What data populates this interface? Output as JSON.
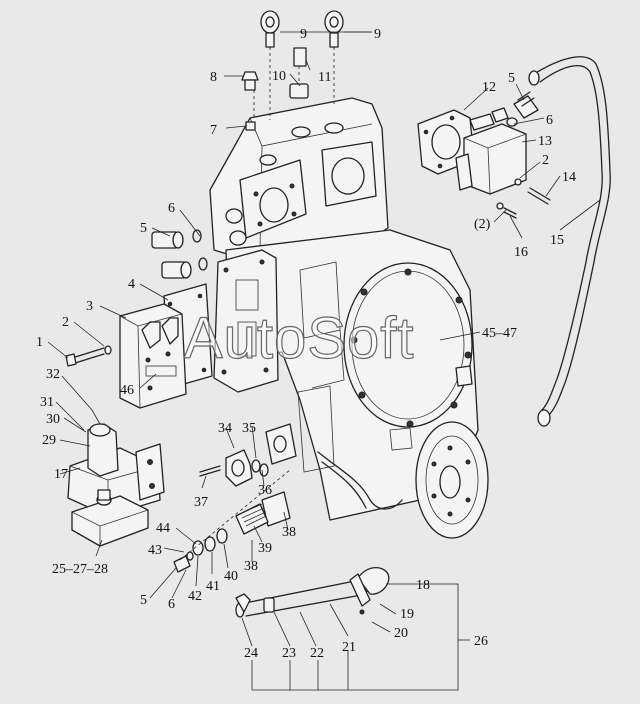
{
  "watermark": "AutoSoft",
  "callouts": [
    {
      "id": "c9a",
      "text": "9"
    },
    {
      "id": "c9b",
      "text": "9"
    },
    {
      "id": "c8",
      "text": "8"
    },
    {
      "id": "c10",
      "text": "10"
    },
    {
      "id": "c11",
      "text": "11"
    },
    {
      "id": "c7",
      "text": "7"
    },
    {
      "id": "c12",
      "text": "12"
    },
    {
      "id": "c5a",
      "text": "5"
    },
    {
      "id": "c6a",
      "text": "6"
    },
    {
      "id": "c13",
      "text": "13"
    },
    {
      "id": "c2a",
      "text": "2"
    },
    {
      "id": "c14",
      "text": "14"
    },
    {
      "id": "c2b",
      "text": "(2)"
    },
    {
      "id": "c16",
      "text": "16"
    },
    {
      "id": "c15",
      "text": "15"
    },
    {
      "id": "c6b",
      "text": "6"
    },
    {
      "id": "c5b",
      "text": "5"
    },
    {
      "id": "c4",
      "text": "4"
    },
    {
      "id": "c3",
      "text": "3"
    },
    {
      "id": "c2c",
      "text": "2"
    },
    {
      "id": "c1",
      "text": "1"
    },
    {
      "id": "c4547",
      "text": "45–47"
    },
    {
      "id": "c32",
      "text": "32"
    },
    {
      "id": "c46",
      "text": "46"
    },
    {
      "id": "c31",
      "text": "31"
    },
    {
      "id": "c30",
      "text": "30"
    },
    {
      "id": "c29",
      "text": "29"
    },
    {
      "id": "c34",
      "text": "34"
    },
    {
      "id": "c35",
      "text": "35"
    },
    {
      "id": "c17",
      "text": "17"
    },
    {
      "id": "c36",
      "text": "36"
    },
    {
      "id": "c37",
      "text": "37"
    },
    {
      "id": "c38a",
      "text": "38"
    },
    {
      "id": "c39",
      "text": "39"
    },
    {
      "id": "c252728",
      "text": "25–27–28"
    },
    {
      "id": "c44",
      "text": "44"
    },
    {
      "id": "c43",
      "text": "43"
    },
    {
      "id": "c38b",
      "text": "38"
    },
    {
      "id": "c40",
      "text": "40"
    },
    {
      "id": "c41",
      "text": "41"
    },
    {
      "id": "c42",
      "text": "42"
    },
    {
      "id": "c5c",
      "text": "5"
    },
    {
      "id": "c6c",
      "text": "6"
    },
    {
      "id": "c18",
      "text": "18"
    },
    {
      "id": "c19",
      "text": "19"
    },
    {
      "id": "c20",
      "text": "20"
    },
    {
      "id": "c26",
      "text": "26"
    },
    {
      "id": "c21",
      "text": "21"
    },
    {
      "id": "c22",
      "text": "22"
    },
    {
      "id": "c23",
      "text": "23"
    },
    {
      "id": "c24",
      "text": "24"
    }
  ]
}
